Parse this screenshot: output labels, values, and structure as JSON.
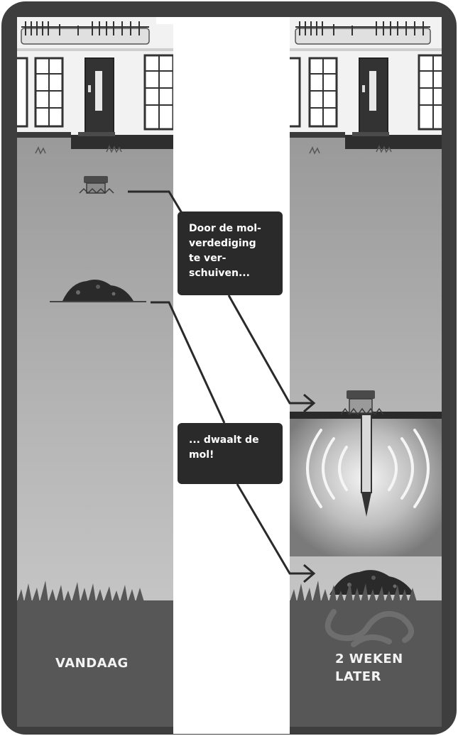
{
  "callouts": {
    "first": "Door de mol-\nverdediging\nte ver-\nschuiven...",
    "second": "... dwaalt de\nmol!"
  },
  "panels": {
    "left_label": "VANDAAG",
    "right_label": "2 WEKEN\nLATER"
  },
  "colors": {
    "frame": "#3e3e3e",
    "sky_top": "#8a8a8a",
    "sky_bottom": "#c9c9c9",
    "ground": "#575757",
    "callout": "#2a2a2a",
    "label_text": "#f3f3f3",
    "gap": "#ffffff"
  },
  "icons": [
    "house-facade",
    "mole-repeller-device",
    "molehill",
    "sound-wave",
    "mole-tunnel",
    "grass"
  ]
}
